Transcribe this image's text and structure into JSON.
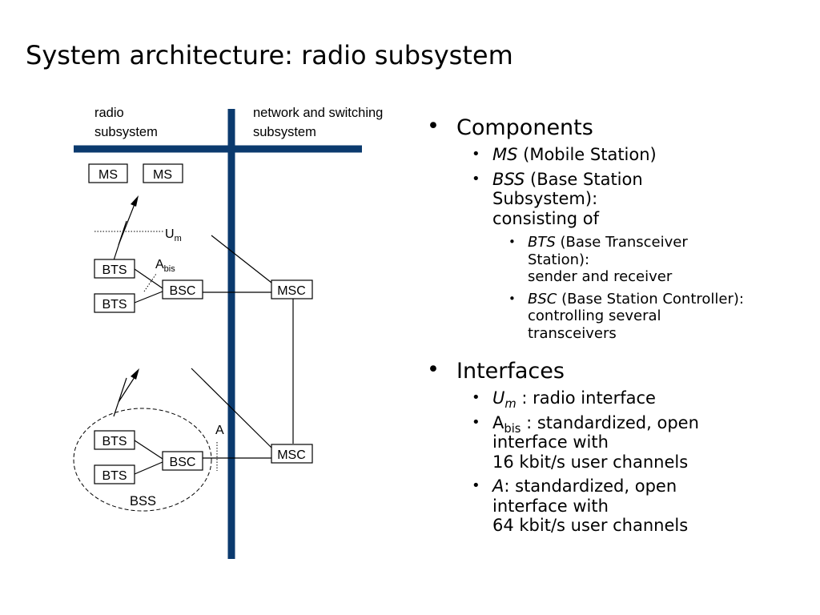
{
  "slide": {
    "title": "System architecture: radio subsystem"
  },
  "diagram": {
    "headers": {
      "radio_line1": "radio",
      "radio_line2": "subsystem",
      "network_line1": "network and switching",
      "network_line2": "subsystem"
    },
    "ms1": "MS",
    "ms2": "MS",
    "um_letter": "U",
    "um_sub": "m",
    "abis_letter": "A",
    "abis_sub": "bis",
    "bts_top1": "BTS",
    "bts_top2": "BTS",
    "bsc_top": "BSC",
    "msc_top": "MSC",
    "a_label": "A",
    "bts_bot1": "BTS",
    "bts_bot2": "BTS",
    "bsc_bot": "BSC",
    "msc_bot": "MSC",
    "bss_label": "BSS",
    "colors": {
      "divider": "#0b3a6e"
    }
  },
  "bullets": {
    "components": {
      "label": "Components",
      "ms": {
        "term": "MS",
        "desc": " (Mobile Station)"
      },
      "bss": {
        "term": "BSS",
        "desc": " (Base Station",
        "line2": "Subsystem):",
        "line3": "consisting of"
      },
      "bts": {
        "term": "BTS",
        "desc": " (Base Transceiver",
        "line2": "Station):",
        "line3": "sender and receiver"
      },
      "bsc": {
        "term": "BSC",
        "desc": " (Base Station Controller):",
        "line2": "controlling several",
        "line3": "transceivers"
      }
    },
    "interfaces": {
      "label": "Interfaces",
      "um": {
        "term": "U",
        "sub": "m",
        "desc": " : radio interface"
      },
      "abis": {
        "term": "A",
        "sub": "bis",
        "desc": " : standardized, open",
        "line2": "interface with",
        "line3": "16 kbit/s user channels"
      },
      "a": {
        "term": "A",
        "desc": ": standardized, open",
        "line2": "interface with",
        "line3": "64 kbit/s user channels"
      }
    }
  }
}
